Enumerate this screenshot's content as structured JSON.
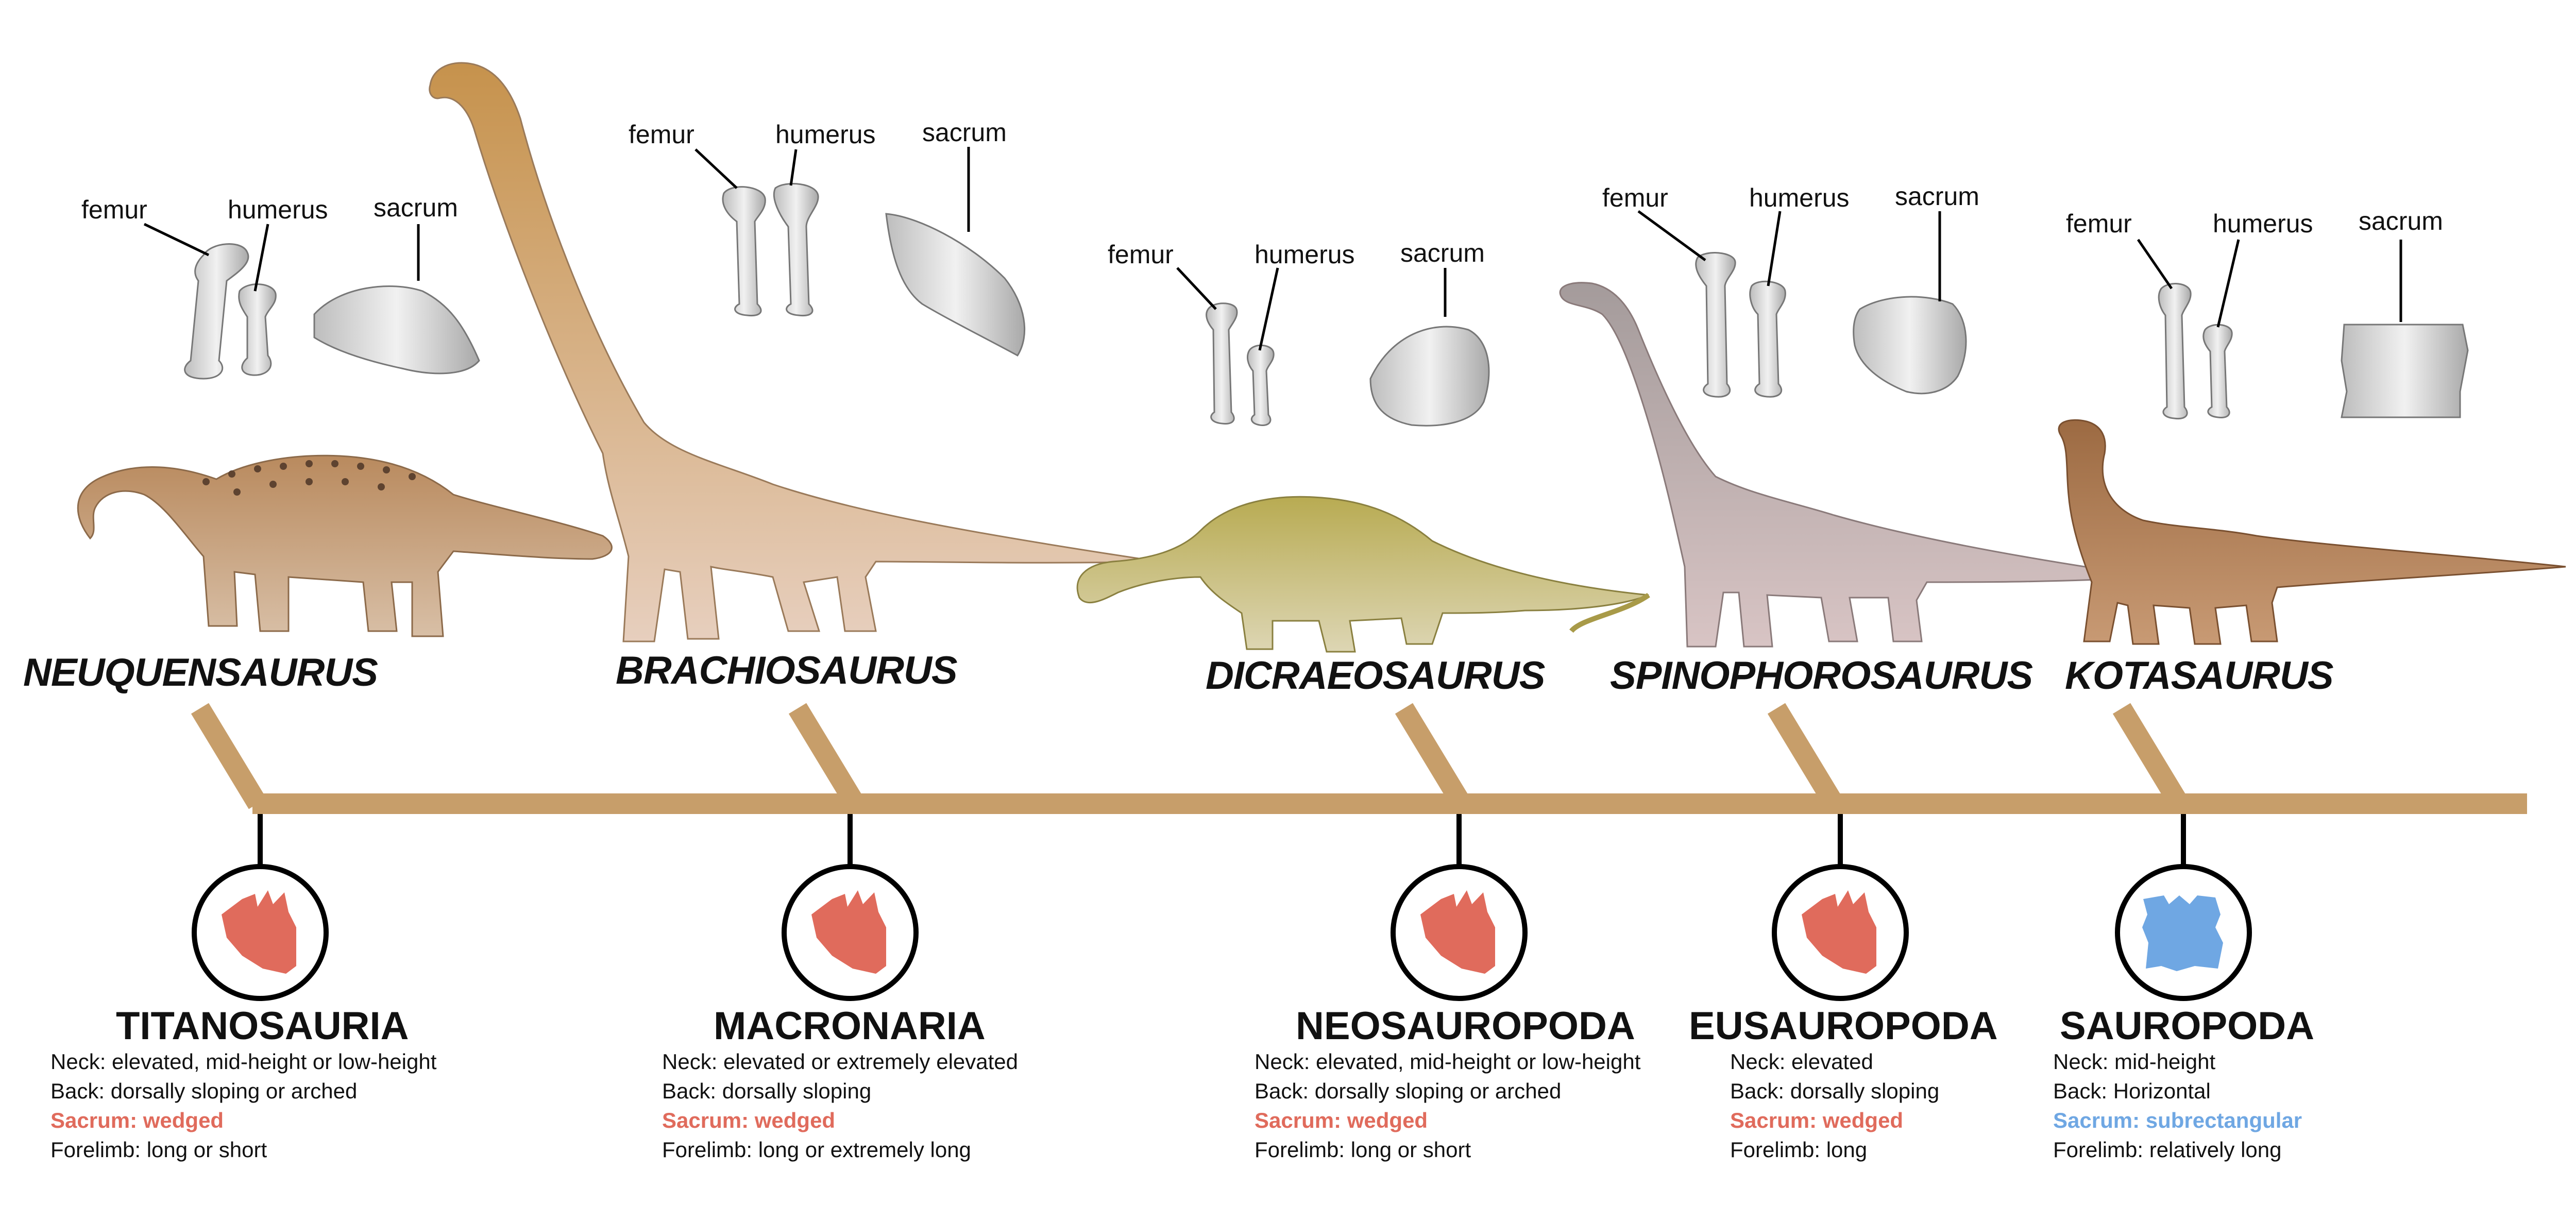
{
  "colors": {
    "tree": "#c79e6a",
    "wedged": "#e06b5c",
    "subrectangular": "#6fa7e3",
    "bone": "#e6e6e6"
  },
  "bone_labels": {
    "femur": "femur",
    "humerus": "humerus",
    "sacrum": "sacrum"
  },
  "taxa": [
    {
      "genus": "NEUQUENSAURUS",
      "clade": "TITANOSAURIA",
      "sacrum_type": "wedged",
      "traits": {
        "neck": "Neck: elevated, mid-height or low-height",
        "back": "Back: dorsally sloping or arched",
        "sacrum": "Sacrum: wedged",
        "forelimb": "Forelimb: long or short"
      }
    },
    {
      "genus": "BRACHIOSAURUS",
      "clade": "MACRONARIA",
      "sacrum_type": "wedged",
      "traits": {
        "neck": "Neck: elevated or extremely elevated",
        "back": "Back: dorsally sloping",
        "sacrum": "Sacrum: wedged",
        "forelimb": "Forelimb: long or extremely long"
      }
    },
    {
      "genus": "DICRAEOSAURUS",
      "clade": "NEOSAUROPODA",
      "sacrum_type": "wedged",
      "traits": {
        "neck": "Neck: elevated, mid-height or low-height",
        "back": "Back: dorsally sloping or arched",
        "sacrum": "Sacrum: wedged",
        "forelimb": "Forelimb: long or short"
      }
    },
    {
      "genus": "SPINOPHOROSAURUS",
      "clade": "EUSAUROPODA",
      "sacrum_type": "wedged",
      "traits": {
        "neck": "Neck: elevated",
        "back": "Back: dorsally sloping",
        "sacrum": "Sacrum: wedged",
        "forelimb": "Forelimb: long"
      }
    },
    {
      "genus": "KOTASAURUS",
      "clade": "SAUROPODA",
      "sacrum_type": "subrectangular",
      "traits": {
        "neck": "Neck: mid-height",
        "back": "Back: Horizontal",
        "sacrum": "Sacrum: subrectangular",
        "forelimb": "Forelimb: relatively long"
      }
    }
  ]
}
